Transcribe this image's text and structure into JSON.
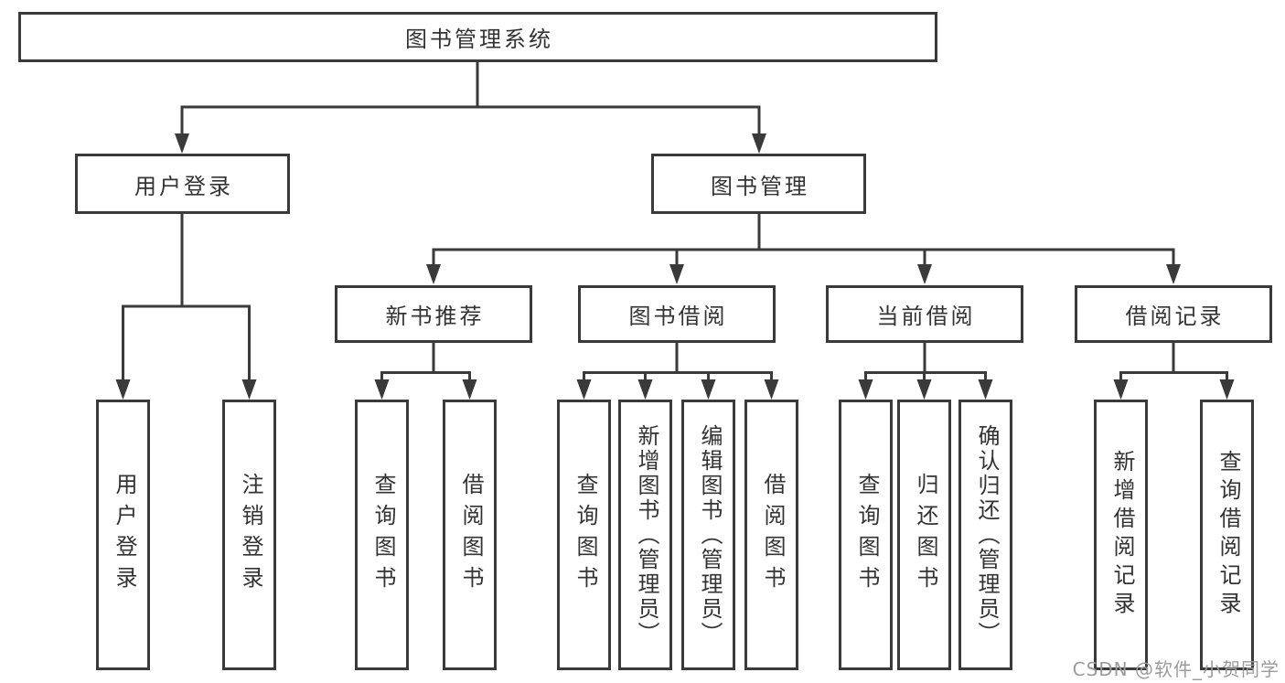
{
  "colors": {
    "background": "#ffffff",
    "line": "#3a3a3a",
    "box_border": "#3a3a3a",
    "text": "#333333",
    "watermark": "#9b9b9b"
  },
  "watermark": {
    "text": "CSDN @软件_小贺同学"
  },
  "tree": {
    "label": "图书管理系统",
    "children": [
      {
        "label": "用户登录",
        "children": [
          {
            "label": "用户登录"
          },
          {
            "label": "注销登录"
          }
        ]
      },
      {
        "label": "图书管理",
        "children": [
          {
            "label": "新书推荐",
            "children": [
              {
                "label": "查询图书"
              },
              {
                "label": "借阅图书"
              }
            ]
          },
          {
            "label": "图书借阅",
            "children": [
              {
                "label": "查询图书"
              },
              {
                "label": "新增图书（管理员）"
              },
              {
                "label": "编辑图书（管理员）"
              },
              {
                "label": "借阅图书"
              }
            ]
          },
          {
            "label": "当前借阅",
            "children": [
              {
                "label": "查询图书"
              },
              {
                "label": "归还图书"
              },
              {
                "label": "确认归还（管理员）"
              }
            ]
          },
          {
            "label": "借阅记录",
            "children": [
              {
                "label": "新增借阅记录"
              },
              {
                "label": "查询借阅记录"
              }
            ]
          }
        ]
      }
    ]
  }
}
